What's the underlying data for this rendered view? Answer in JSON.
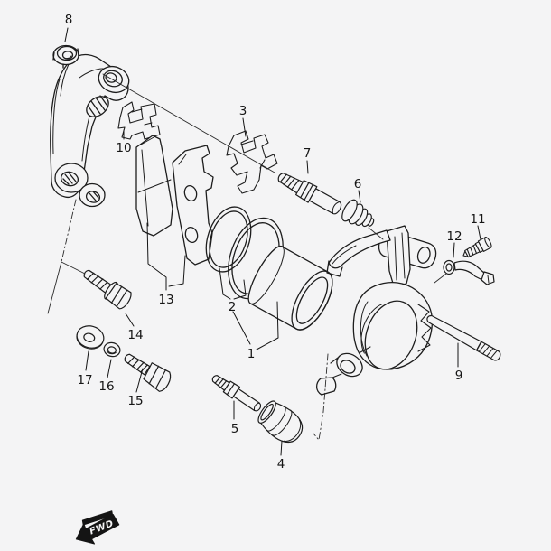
{
  "diagram": {
    "title": "front-brake-caliper-exploded-view",
    "background_color": "#f4f4f5",
    "line_color": "#1d1d1d",
    "fwd_label": "FWD",
    "parts": [
      {
        "number": "1"
      },
      {
        "number": "2"
      },
      {
        "number": "3"
      },
      {
        "number": "4"
      },
      {
        "number": "5"
      },
      {
        "number": "6"
      },
      {
        "number": "7"
      },
      {
        "number": "8"
      },
      {
        "number": "9"
      },
      {
        "number": "10"
      },
      {
        "number": "11"
      },
      {
        "number": "12"
      },
      {
        "number": "13"
      },
      {
        "number": "14"
      },
      {
        "number": "15"
      },
      {
        "number": "16"
      },
      {
        "number": "17"
      }
    ]
  }
}
